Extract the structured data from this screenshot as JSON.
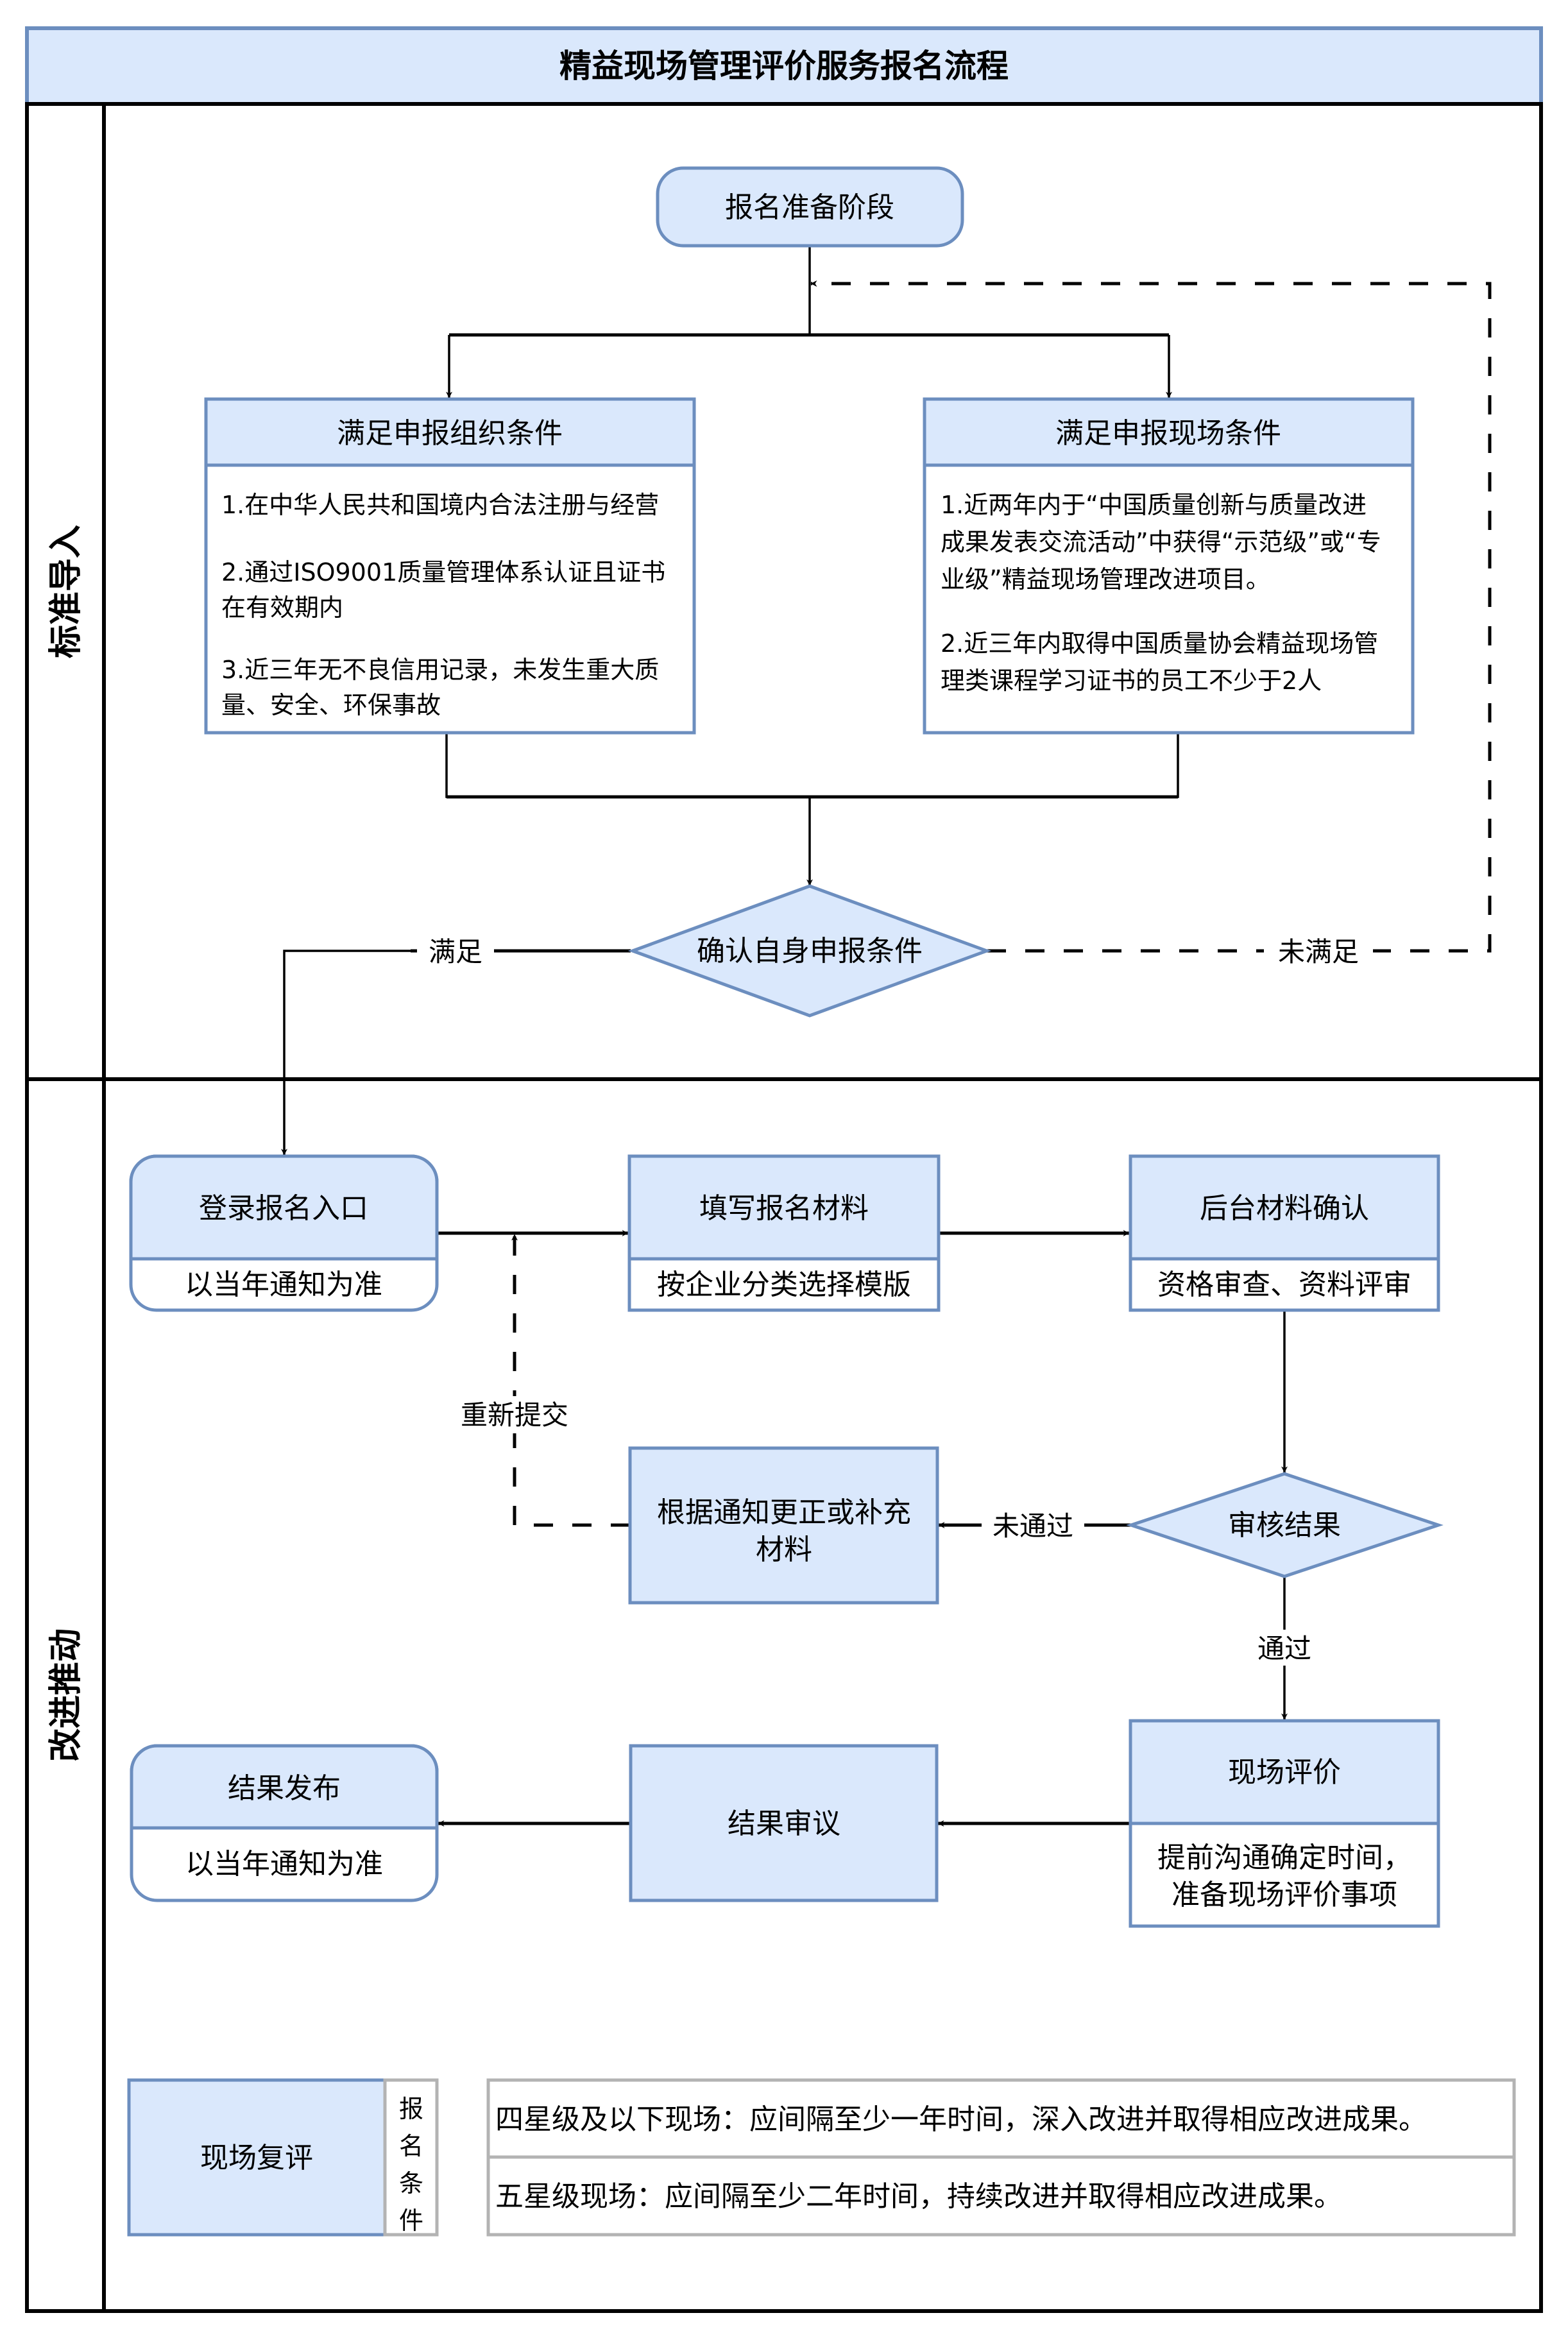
{
  "title": "精益现场管理评价服务报名流程",
  "lanes": [
    {
      "label": "标准导入"
    },
    {
      "label": "改进推动"
    }
  ],
  "colors": {
    "node_fill": "#dae8fc",
    "node_border": "#6c8ebf",
    "table_border": "#b3b3b3",
    "line": "#000000"
  },
  "nodes": {
    "start": {
      "label": "报名准备阶段"
    },
    "org_conditions": {
      "header": "满足申报组织条件",
      "lines": [
        "1.在中华人民共和国境内合法注册与经营",
        "2.通过ISO9001质量管理体系认证且证书",
        "在有效期内",
        "3.近三年无不良信用记录，未发生重大质",
        "量、安全、环保事故"
      ]
    },
    "site_conditions": {
      "header": "满足申报现场条件",
      "lines": [
        "1.近两年内于“中国质量创新与质量改进",
        "成果发表交流活动”中获得“示范级”或“专",
        "业级”精益现场管理改进项目。",
        "2.近三年内取得中国质量协会精益现场管",
        "理类课程学习证书的员工不少于2人"
      ]
    },
    "confirm": {
      "label": "确认自身申报条件"
    },
    "login": {
      "header": "登录报名入口",
      "sub": "以当年通知为准"
    },
    "fill": {
      "header": "填写报名材料",
      "sub": "按企业分类选择模版"
    },
    "backend": {
      "header": "后台材料确认",
      "sub": "资格审查、资料评审"
    },
    "review": {
      "label": "审核结果"
    },
    "correct": {
      "lines": [
        "根据通知更正或补充",
        "材料"
      ]
    },
    "onsite": {
      "header": "现场评价",
      "lines": [
        "提前沟通确定时间，",
        "准备现场评价事项"
      ]
    },
    "deliberate": {
      "label": "结果审议"
    },
    "publish": {
      "header": "结果发布",
      "sub": "以当年通知为准"
    },
    "reeval": {
      "label": "现场复评",
      "side_label": [
        "报",
        "名",
        "条",
        "件"
      ],
      "rows": [
        "四星级及以下现场：应间隔至少一年时间，深入改进并取得相应改进成果。",
        "五星级现场：应间隔至少二年时间，持续改进并取得相应改进成果。"
      ]
    }
  },
  "edges": {
    "satisfied": "满足",
    "not_satisfied": "未满足",
    "resubmit": "重新提交",
    "not_passed": "未通过",
    "passed": "通过"
  }
}
